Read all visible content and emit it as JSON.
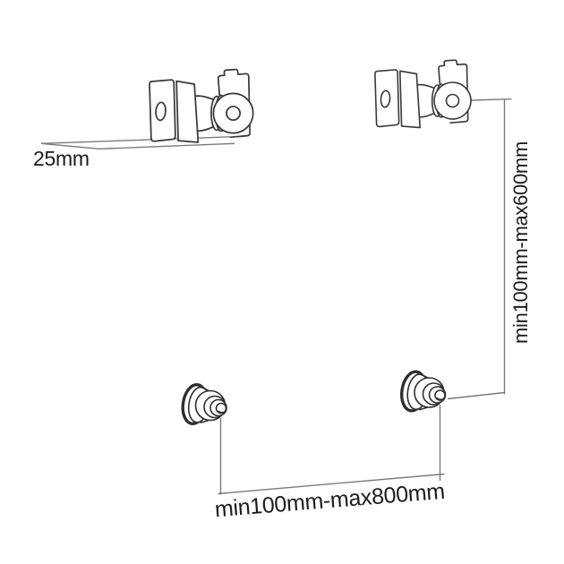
{
  "diagram": {
    "labels": {
      "depth": "25mm",
      "vertical_range": "min100mm-max600mm",
      "horizontal_range": "min100mm-max800mm"
    },
    "parts": {
      "left_bracket": "wall-mount-roller-bracket",
      "right_bracket": "wall-mount-roller-bracket",
      "left_knob": "wall-spacer-mount",
      "right_knob": "wall-spacer-mount"
    },
    "colors": {
      "background": "#ffffff",
      "outline": "#383838",
      "dimension_line": "#7a7a7a",
      "text": "#1d1d1d"
    }
  }
}
